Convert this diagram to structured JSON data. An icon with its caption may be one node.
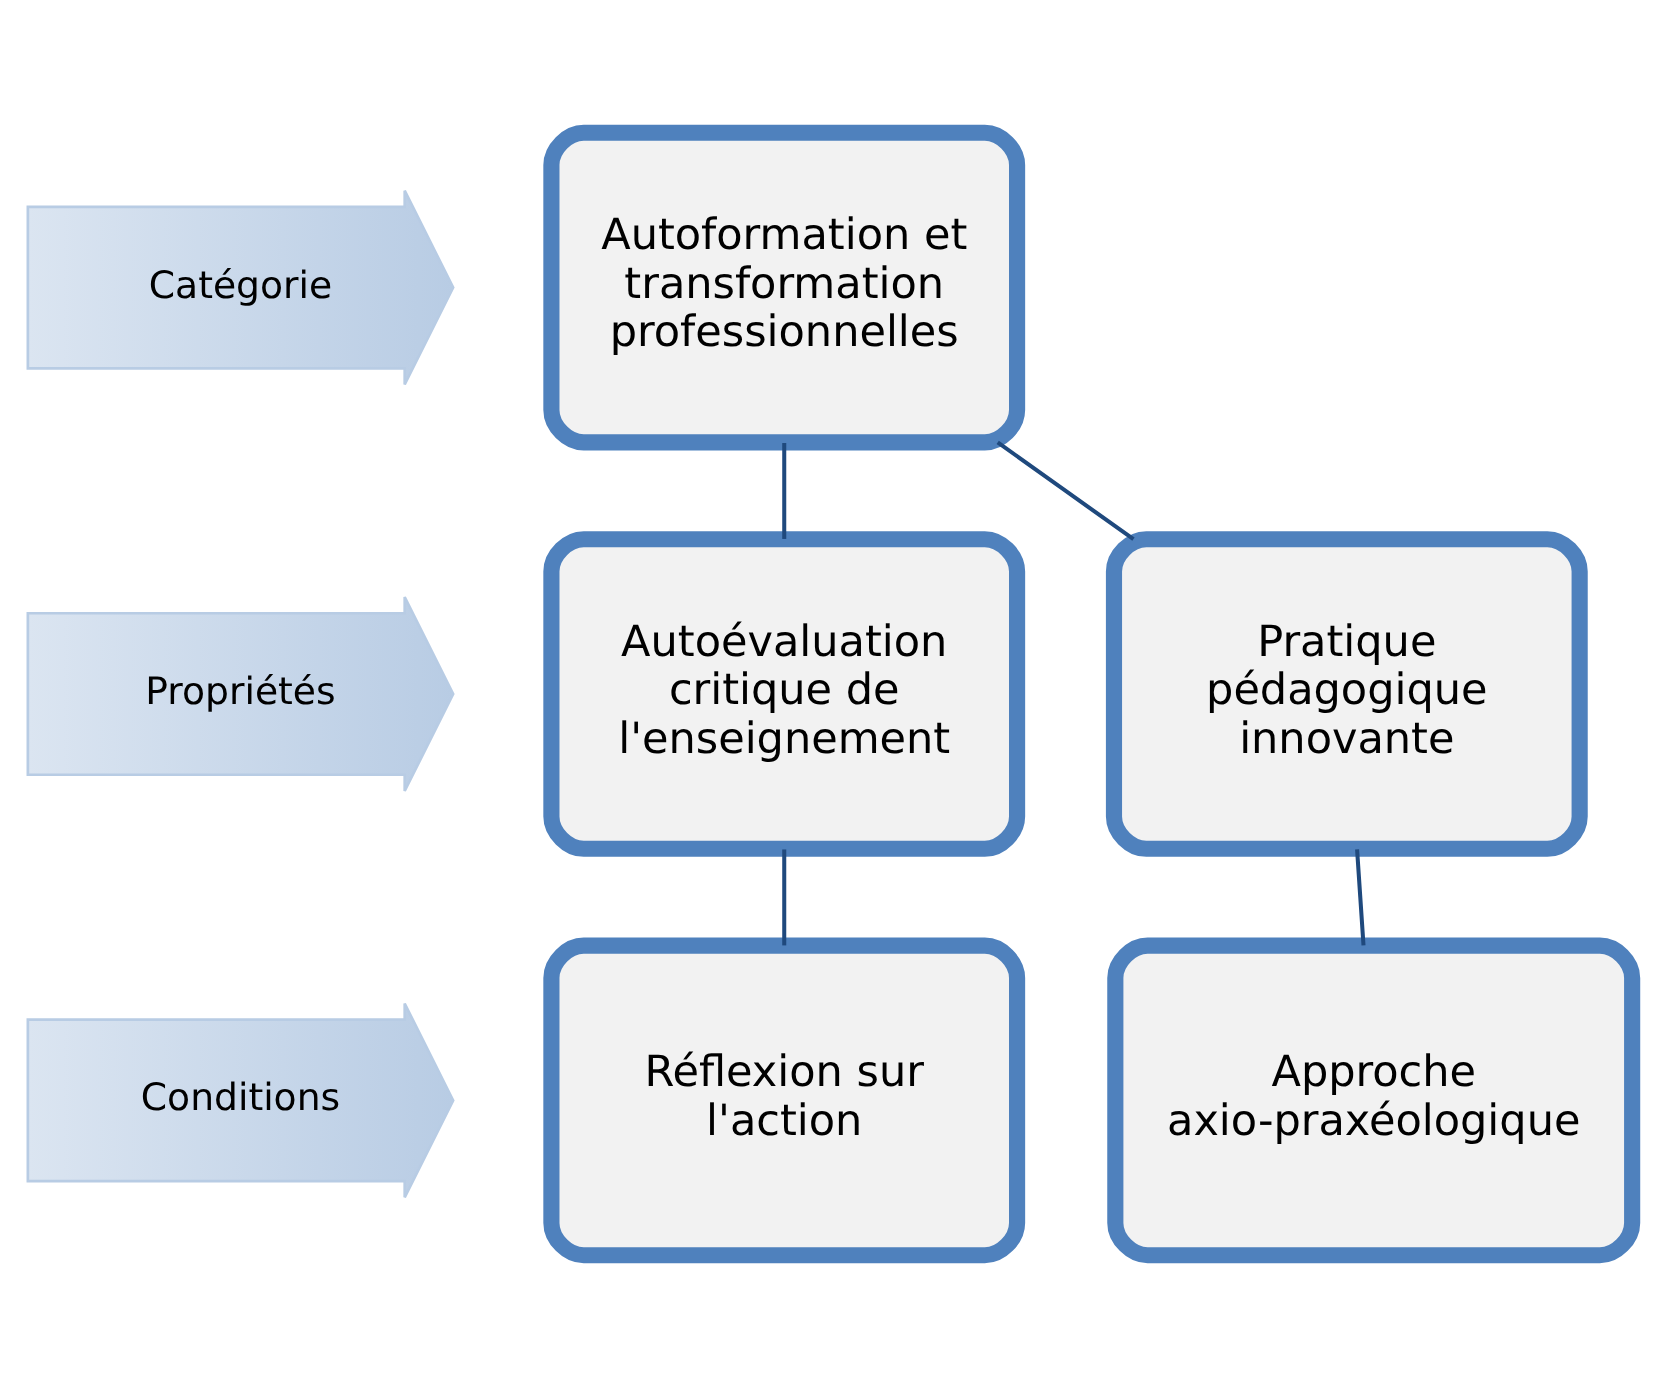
{
  "diagram": {
    "nodes": [
      {
        "text": [
          "Catégorie"
        ]
      },
      {
        "text": [
          "Propriétés"
        ]
      },
      {
        "text": [
          "Conditions"
        ]
      },
      {
        "text": [
          "Autoformation et transformation professionnelles"
        ]
      },
      {
        "text": [
          "Autoévaluation critique de l'enseignement"
        ]
      },
      {
        "text": [
          "Pratique pédagogique innovante"
        ]
      },
      {
        "text": [
          "Réflexion sur l'action"
        ]
      },
      {
        "text": [
          "Approche axio-praxéologique"
        ]
      }
    ],
    "edges": [
      {
        "from": 3,
        "to": 4,
        "arrow": "none"
      },
      {
        "from": 3,
        "to": 5,
        "arrow": "none"
      },
      {
        "from": 4,
        "to": 6,
        "arrow": "none"
      },
      {
        "from": 5,
        "to": 7,
        "arrow": "none"
      }
    ]
  }
}
